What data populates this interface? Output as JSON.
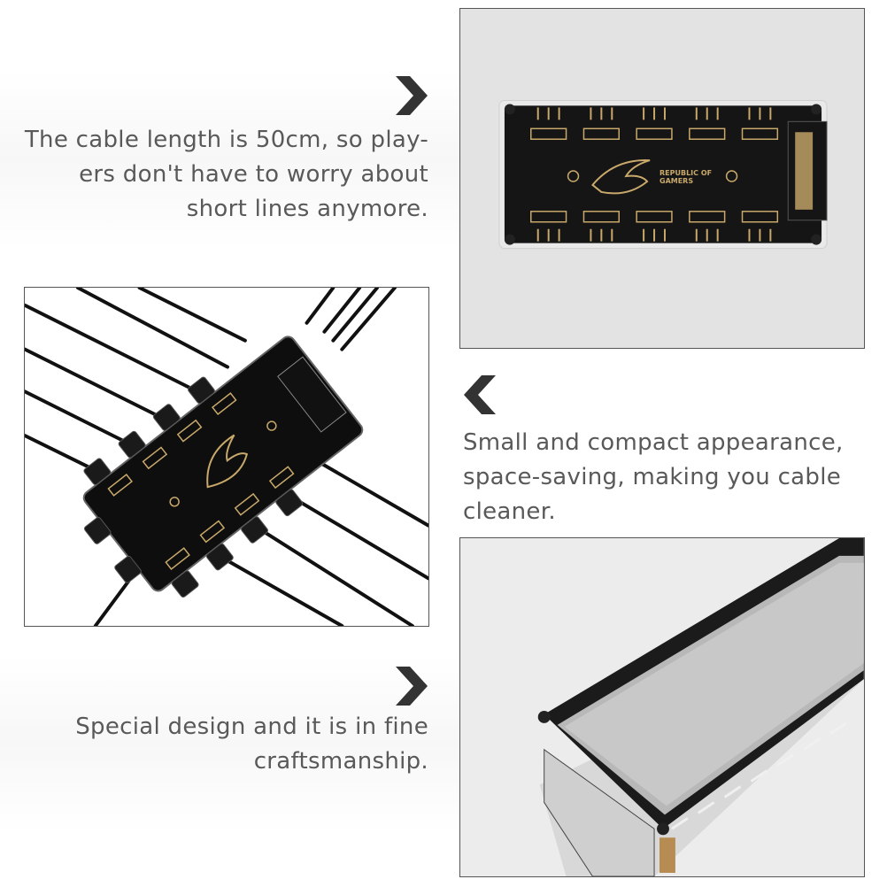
{
  "sections": [
    {
      "arrow_icon": "chevron-right-icon",
      "caption": "The cable length is 50cm, so play-ers don't have to worry about short lines anymore."
    },
    {
      "arrow_icon": "chevron-left-icon",
      "caption": "Small and compact appearance, space-saving, making you cable cleaner."
    },
    {
      "arrow_icon": "chevron-right-icon",
      "caption": "Special design and it is in fine craftsmanship."
    }
  ],
  "product": {
    "board_print": "REPUBLIC OF GAMERS"
  },
  "colors": {
    "board": "#151515",
    "gold": "#c9a96b",
    "frame": "#555555",
    "text": "#595959"
  }
}
